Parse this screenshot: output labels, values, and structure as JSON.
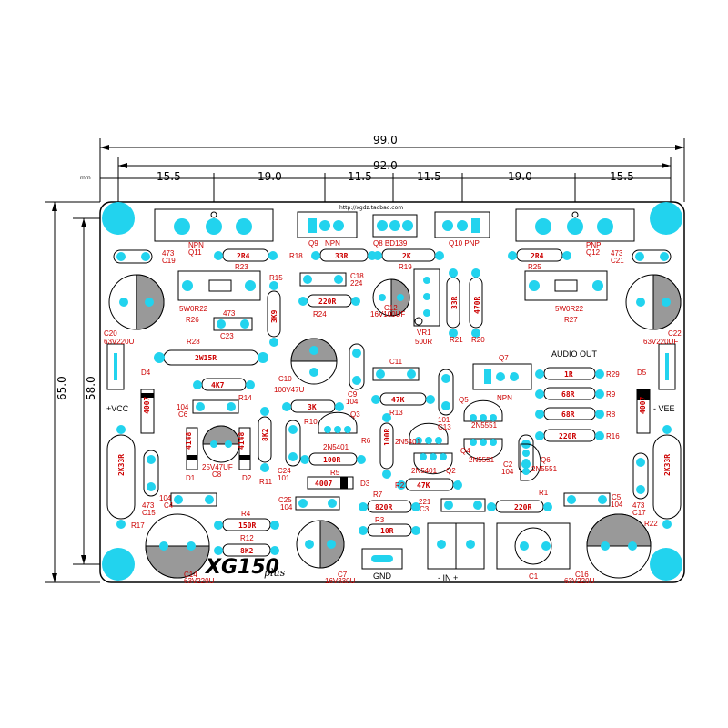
{
  "dimensions": {
    "unit": "mm",
    "top": [
      "99.0",
      "92.0",
      "15.5",
      "19.0",
      "11.5",
      "11.5",
      "19.0",
      "15.5"
    ],
    "left": [
      "65.0",
      "58.0"
    ]
  },
  "board": {
    "title": "XG150",
    "subtitle": "plus",
    "url": "http://xgdz.taobao.com",
    "audio_out": "AUDIO OUT",
    "gnd": "GND",
    "in": "- IN +",
    "vcc": "+VCC",
    "vee": "- VEE"
  },
  "labels": [
    {
      "id": "q11",
      "text": "Q11"
    },
    {
      "id": "npn1",
      "text": "NPN"
    },
    {
      "id": "q9",
      "text": "Q9"
    },
    {
      "id": "npn2",
      "text": "NPN"
    },
    {
      "id": "q8",
      "text": "Q8 BD139"
    },
    {
      "id": "q10",
      "text": "Q10 PNP"
    },
    {
      "id": "pnp1",
      "text": "PNP"
    },
    {
      "id": "q12",
      "text": "Q12"
    },
    {
      "id": "c19",
      "text": "C19"
    },
    {
      "id": "c19v",
      "text": "473"
    },
    {
      "id": "c21",
      "text": "C21"
    },
    {
      "id": "c21v",
      "text": "473"
    },
    {
      "id": "r23v",
      "text": "2R4"
    },
    {
      "id": "r23",
      "text": "R23"
    },
    {
      "id": "r18",
      "text": "R18"
    },
    {
      "id": "r18v",
      "text": "33R"
    },
    {
      "id": "r19v",
      "text": "2K"
    },
    {
      "id": "r19",
      "text": "R19"
    },
    {
      "id": "r25v",
      "text": "2R4"
    },
    {
      "id": "r25",
      "text": "R25"
    },
    {
      "id": "r15",
      "text": "R15"
    },
    {
      "id": "r15v",
      "text": "3K9"
    },
    {
      "id": "c18",
      "text": "C18"
    },
    {
      "id": "c18v",
      "text": "224"
    },
    {
      "id": "r24v",
      "text": "220R"
    },
    {
      "id": "r24",
      "text": "R24"
    },
    {
      "id": "c12",
      "text": "C12"
    },
    {
      "id": "c12v",
      "text": "16V100UF"
    },
    {
      "id": "vr1",
      "text": "VR1"
    },
    {
      "id": "vr1v",
      "text": "500R"
    },
    {
      "id": "r21v",
      "text": "33R"
    },
    {
      "id": "r21",
      "text": "R21"
    },
    {
      "id": "r20v",
      "text": "470R"
    },
    {
      "id": "r20",
      "text": "R20"
    },
    {
      "id": "r26v",
      "text": "5W0R22"
    },
    {
      "id": "r26",
      "text": "R26"
    },
    {
      "id": "c23v",
      "text": "473"
    },
    {
      "id": "c23",
      "text": "C23"
    },
    {
      "id": "r27v",
      "text": "5W0R22"
    },
    {
      "id": "r27",
      "text": "R27"
    },
    {
      "id": "c20",
      "text": "C20"
    },
    {
      "id": "c20v",
      "text": "63V220U"
    },
    {
      "id": "c22",
      "text": "C22"
    },
    {
      "id": "c22v",
      "text": "63V220UF"
    },
    {
      "id": "r28",
      "text": "R28"
    },
    {
      "id": "r28v",
      "text": "2W15R"
    },
    {
      "id": "c10",
      "text": "C10"
    },
    {
      "id": "c10v",
      "text": "100V47U"
    },
    {
      "id": "c11",
      "text": "C11"
    },
    {
      "id": "q7",
      "text": "Q7"
    },
    {
      "id": "npn3",
      "text": "NPN"
    },
    {
      "id": "d4",
      "text": "D4"
    },
    {
      "id": "d4v",
      "text": "4007"
    },
    {
      "id": "r14v",
      "text": "4K7"
    },
    {
      "id": "r14",
      "text": "R14"
    },
    {
      "id": "c9",
      "text": "C9"
    },
    {
      "id": "c9v",
      "text": "104"
    },
    {
      "id": "r13v",
      "text": "47K"
    },
    {
      "id": "r13",
      "text": "R13"
    },
    {
      "id": "r29v",
      "text": "1R"
    },
    {
      "id": "r29",
      "text": "R29"
    },
    {
      "id": "r9v",
      "text": "68R"
    },
    {
      "id": "r9",
      "text": "R9"
    },
    {
      "id": "r8v",
      "text": "68R"
    },
    {
      "id": "r8",
      "text": "R8"
    },
    {
      "id": "r16v",
      "text": "220R"
    },
    {
      "id": "r16",
      "text": "R16"
    },
    {
      "id": "d5",
      "text": "D5"
    },
    {
      "id": "d5v",
      "text": "4007"
    },
    {
      "id": "c6v",
      "text": "104"
    },
    {
      "id": "c6",
      "text": "C6"
    },
    {
      "id": "r10v",
      "text": "3K"
    },
    {
      "id": "r10",
      "text": "R10"
    },
    {
      "id": "q3",
      "text": "Q3"
    },
    {
      "id": "q4",
      "text": "Q4"
    },
    {
      "id": "q5",
      "text": "Q5"
    },
    {
      "id": "q5v",
      "text": "2N5551"
    },
    {
      "id": "c13v",
      "text": "101"
    },
    {
      "id": "c13",
      "text": "C13"
    },
    {
      "id": "d1v",
      "text": "4148"
    },
    {
      "id": "d1",
      "text": "D1"
    },
    {
      "id": "c8v",
      "text": "25V47UF"
    },
    {
      "id": "c8",
      "text": "C8"
    },
    {
      "id": "d2v",
      "text": "4148"
    },
    {
      "id": "d2",
      "text": "D2"
    },
    {
      "id": "r11v",
      "text": "8K2"
    },
    {
      "id": "r11",
      "text": "R11"
    },
    {
      "id": "q3v",
      "text": "2N5401"
    },
    {
      "id": "r6",
      "text": "R6"
    },
    {
      "id": "r6v",
      "text": "100R"
    },
    {
      "id": "q1v",
      "text": "2N5401"
    },
    {
      "id": "q4v",
      "text": "2N5551"
    },
    {
      "id": "q2",
      "text": "Q2"
    },
    {
      "id": "q6",
      "text": "Q6"
    },
    {
      "id": "q6v",
      "text": "2N5551"
    },
    {
      "id": "c2",
      "text": "C2"
    },
    {
      "id": "c2v",
      "text": "104"
    },
    {
      "id": "c24",
      "text": "C24"
    },
    {
      "id": "c24v",
      "text": "101"
    },
    {
      "id": "r5v",
      "text": "100R"
    },
    {
      "id": "r5",
      "text": "R5"
    },
    {
      "id": "q2v",
      "text": "2N5401"
    },
    {
      "id": "d3v",
      "text": "4007"
    },
    {
      "id": "d3",
      "text": "D3"
    },
    {
      "id": "r2",
      "text": "R2"
    },
    {
      "id": "r2v",
      "text": "47K"
    },
    {
      "id": "r17v",
      "text": "2K33R"
    },
    {
      "id": "r17",
      "text": "R17"
    },
    {
      "id": "r22v",
      "text": "2K33R"
    },
    {
      "id": "r22",
      "text": "R22"
    },
    {
      "id": "c15v",
      "text": "473"
    },
    {
      "id": "c15",
      "text": "C15"
    },
    {
      "id": "c4v",
      "text": "104"
    },
    {
      "id": "c4",
      "text": "C4"
    },
    {
      "id": "c25",
      "text": "C25"
    },
    {
      "id": "c25v",
      "text": "104"
    },
    {
      "id": "r7",
      "text": "R7"
    },
    {
      "id": "r7v",
      "text": "820R"
    },
    {
      "id": "c3v",
      "text": "221"
    },
    {
      "id": "c3",
      "text": "C3"
    },
    {
      "id": "r1",
      "text": "R1"
    },
    {
      "id": "r1v",
      "text": "220R"
    },
    {
      "id": "c5",
      "text": "C5"
    },
    {
      "id": "c5v",
      "text": "104"
    },
    {
      "id": "c17v",
      "text": "473"
    },
    {
      "id": "c17",
      "text": "C17"
    },
    {
      "id": "r4",
      "text": "R4"
    },
    {
      "id": "r4v",
      "text": "150R"
    },
    {
      "id": "r3",
      "text": "R3"
    },
    {
      "id": "r3v",
      "text": "10R"
    },
    {
      "id": "r12",
      "text": "R12"
    },
    {
      "id": "r12v",
      "text": "8K2"
    },
    {
      "id": "c14",
      "text": "C14"
    },
    {
      "id": "c14v",
      "text": "63V220U"
    },
    {
      "id": "c7",
      "text": "C7"
    },
    {
      "id": "c7v",
      "text": "16V330U"
    },
    {
      "id": "c1",
      "text": "C1"
    },
    {
      "id": "c16",
      "text": "C16"
    },
    {
      "id": "c16v",
      "text": "63V220U"
    },
    {
      "id": "c20b",
      "text": "C20"
    }
  ],
  "colors": {
    "pad": "#22d3ee",
    "outline": "#000000",
    "label": "#cc0000",
    "board": "#ffffff"
  }
}
